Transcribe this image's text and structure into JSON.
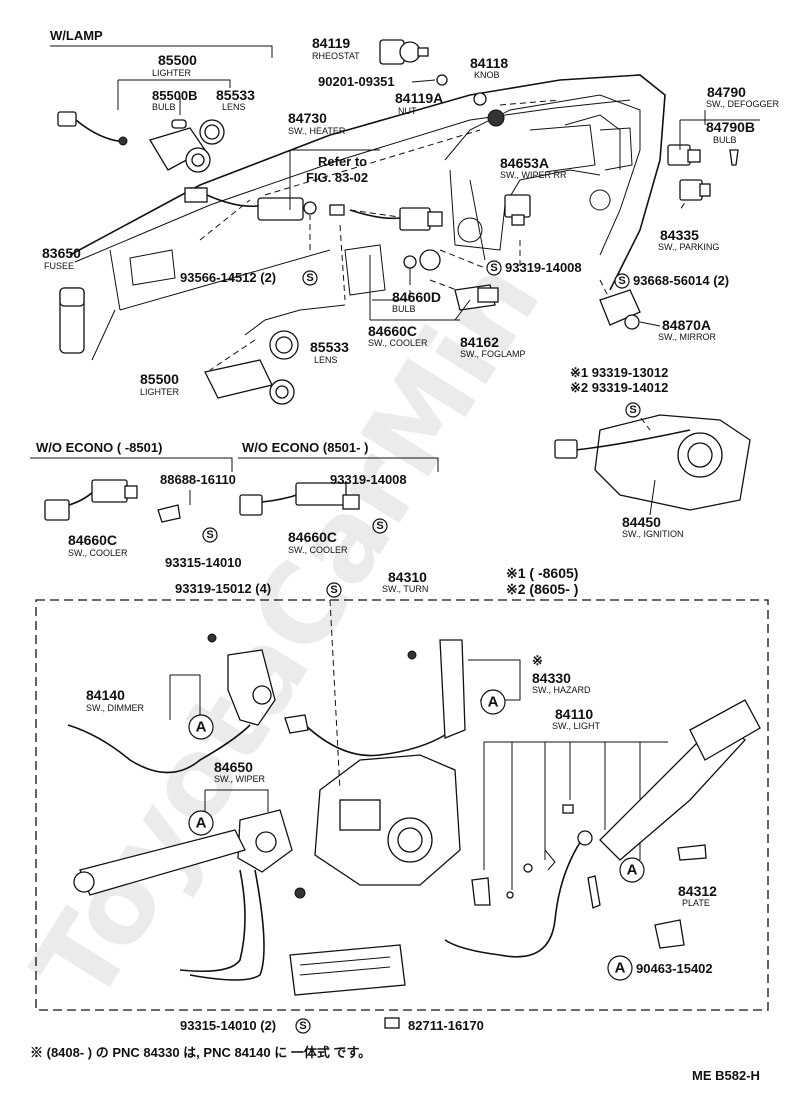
{
  "watermark": "ToyotaCarMin",
  "headers": {
    "w_lamp": "W/LAMP",
    "wo_econo_a": "W/O ECONO (      -8501)",
    "wo_econo_b": "W/O ECONO (8501-       )"
  },
  "parts": {
    "p85500_top": {
      "number": "85500",
      "desc": "LIGHTER"
    },
    "p85500b": {
      "number": "85500B",
      "desc": "BULB"
    },
    "p85533_top": {
      "number": "85533",
      "desc": "LENS"
    },
    "p84119": {
      "number": "84119",
      "desc": "RHEOSTAT"
    },
    "p90201": {
      "number": "90201-09351"
    },
    "p84118": {
      "number": "84118",
      "desc": "KNOB"
    },
    "p84119a": {
      "number": "84119A",
      "desc": "NUT"
    },
    "p84730": {
      "number": "84730",
      "desc": "SW., HEATER"
    },
    "ref": {
      "line1": "Refer to",
      "line2": "FIG. 83-02"
    },
    "p84790": {
      "number": "84790",
      "desc": "SW., DEFOGGER"
    },
    "p84790b": {
      "number": "84790B",
      "desc": "BULB"
    },
    "p84653a": {
      "number": "84653A",
      "desc": "SW., WIPER RR"
    },
    "p84335": {
      "number": "84335",
      "desc": "SW., PARKING"
    },
    "p83650": {
      "number": "83650",
      "desc": "FUSEE"
    },
    "p93566": {
      "number": "93566-14512 (2)"
    },
    "p93319_14008_top": {
      "number": "93319-14008"
    },
    "p93668": {
      "number": "93668-56014 (2)"
    },
    "p84660d": {
      "number": "84660D",
      "desc": "BULB"
    },
    "p84660c_top": {
      "number": "84660C",
      "desc": "SW., COOLER"
    },
    "p84162": {
      "number": "84162",
      "desc": "SW., FOGLAMP"
    },
    "p84870a": {
      "number": "84870A",
      "desc": "SW., MIRROR"
    },
    "p85533_low": {
      "number": "85533",
      "desc": "LENS"
    },
    "p85500_low": {
      "number": "85500",
      "desc": "LIGHTER"
    },
    "p93319_13012": {
      "number": "※1 93319-13012"
    },
    "p93319_14012": {
      "number": "※2 93319-14012"
    },
    "p84450": {
      "number": "84450",
      "desc": "SW., IGNITION"
    },
    "p88688": {
      "number": "88688-16110"
    },
    "p84660c_a": {
      "number": "84660C",
      "desc": "SW., COOLER"
    },
    "p93315_14010_a": {
      "number": "93315-14010"
    },
    "p93319_14008_b": {
      "number": "93319-14008"
    },
    "p84660c_b": {
      "number": "84660C",
      "desc": "SW., COOLER"
    },
    "p93319_15012": {
      "number": "93319-15012 (4)"
    },
    "p84310": {
      "number": "84310",
      "desc": "SW., TURN"
    },
    "p84330": {
      "number": "84330",
      "desc": "SW., HAZARD",
      "mark": "※"
    },
    "p84140": {
      "number": "84140",
      "desc": "SW., DIMMER"
    },
    "p84110": {
      "number": "84110",
      "desc": "SW., LIGHT"
    },
    "p84650": {
      "number": "84650",
      "desc": "SW., WIPER"
    },
    "p84312": {
      "number": "84312",
      "desc": "PLATE"
    },
    "p90463": {
      "number": "90463-15402"
    },
    "p93315_14010_b": {
      "number": "93315-14010 (2)"
    },
    "p82711": {
      "number": "82711-16170"
    }
  },
  "legend": {
    "line1": "※1 (       -8605)",
    "line2": "※2 (8605-        )"
  },
  "marks": {
    "a": "A",
    "s": "S"
  },
  "footnote": "※ (8408-      ) の PNC 84330 は, PNC 84140 に 一体式 です。",
  "code": "ME B582-H"
}
